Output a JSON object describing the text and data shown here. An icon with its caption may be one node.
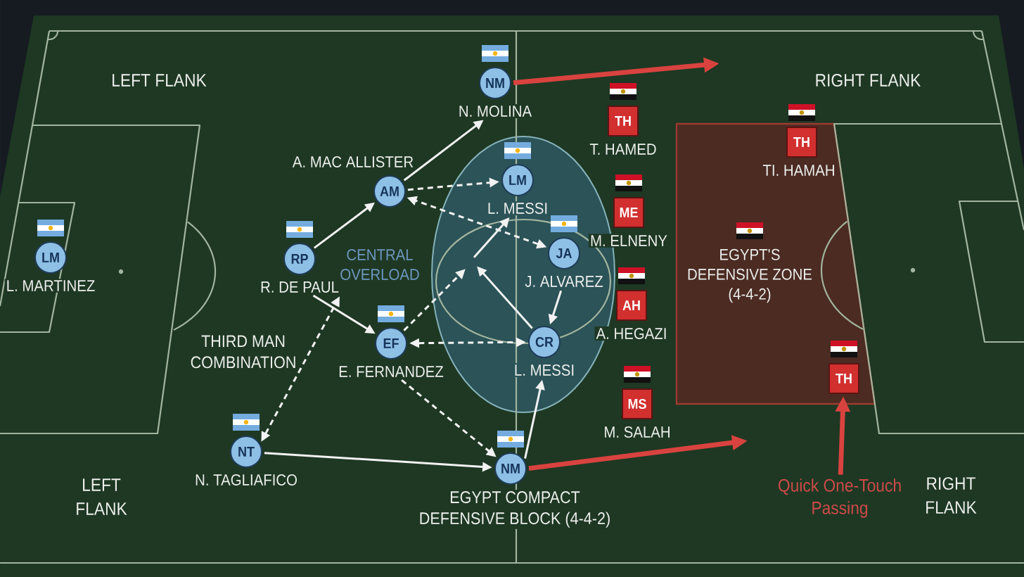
{
  "diagram": {
    "nodes": [
      {
        "text": [
          "LM",
          "L. MARTINEZ"
        ]
      },
      {
        "text": [
          "RP",
          "R. DE PAUL"
        ]
      },
      {
        "text": [
          "NT",
          "N. TAGLIAFICO"
        ]
      },
      {
        "text": [
          "A. MAC ALLISTER",
          "AM"
        ]
      },
      {
        "text": [
          "EF",
          "E. FERNANDEZ"
        ]
      },
      {
        "text": [
          "NM",
          "N. MOLINA"
        ]
      },
      {
        "text": [
          "CENTRAL OVERLOAD"
        ]
      },
      {
        "text": [
          "LM",
          "L. MESSI"
        ],
        "in": 6
      },
      {
        "text": [
          "JA",
          "J. ALVAREZ"
        ],
        "in": 6
      },
      {
        "text": [
          "CR",
          "L. MESSI"
        ],
        "in": 6
      },
      {
        "text": [
          "NM"
        ]
      },
      {
        "text": [
          "TH",
          "T. HAMED"
        ]
      },
      {
        "text": [
          "ME",
          "M. ELNENY"
        ]
      },
      {
        "text": [
          "AH",
          "A. HEGAZI"
        ]
      },
      {
        "text": [
          "MS",
          "M. SALAH"
        ]
      },
      {
        "text": [
          "EGYPT'S DEFENSIVE ZONE (4-4-2)"
        ]
      },
      {
        "text": [
          "TH",
          "TI. HAMAH"
        ],
        "in": 15
      },
      {
        "text": [
          "TH"
        ],
        "in": 15
      },
      {
        "text": [
          "Quick One-Touch Passing"
        ]
      }
    ],
    "edges": [
      {
        "from": 1,
        "to": 3,
        "arrow": "to"
      },
      {
        "from": 3,
        "to": 5,
        "arrow": "to"
      },
      {
        "from": 3,
        "to": 7,
        "arrow": "to",
        "style": "dashed"
      },
      {
        "from": 8,
        "to": 3,
        "arrow": "both",
        "style": "dashed"
      },
      {
        "from": 1,
        "to": 4,
        "arrow": "to"
      },
      {
        "from": 2,
        "to": 1,
        "arrow": "both",
        "style": "dashed"
      },
      {
        "from": 4,
        "to": null,
        "arrow": "to",
        "style": "dashed"
      },
      {
        "from": 9,
        "to": null,
        "arrow": "to"
      },
      {
        "from": null,
        "to": 7,
        "arrow": "to"
      },
      {
        "from": 8,
        "to": 9,
        "arrow": "to"
      },
      {
        "from": 4,
        "to": 9,
        "arrow": "both",
        "style": "dashed"
      },
      {
        "from": 4,
        "to": 10,
        "arrow": "to",
        "style": "dashed"
      },
      {
        "from": 2,
        "to": 10,
        "arrow": "to"
      },
      {
        "from": 10,
        "to": 9,
        "arrow": "to"
      },
      {
        "from": 5,
        "to": null,
        "arrow": "to",
        "style": "thick",
        "color": "#d9433f"
      },
      {
        "from": 10,
        "to": null,
        "arrow": "to",
        "style": "thick",
        "color": "#d9433f"
      },
      {
        "from": 18,
        "to": 17,
        "arrow": "to",
        "style": "thick",
        "color": "#d9433f"
      }
    ],
    "labels": [
      "LEFT FLANK",
      "RIGHT FLANK",
      "THIRD MAN COMBINATION",
      "LEFT FLANK",
      "EGYPT COMPACT DEFENSIVE BLOCK (4-4-2)",
      "RIGHT FLANK"
    ]
  }
}
